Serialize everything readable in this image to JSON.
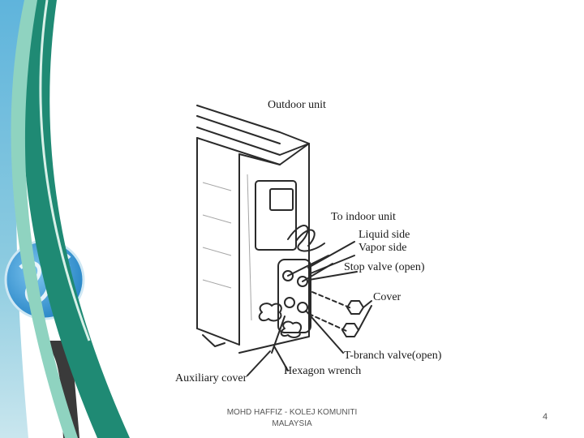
{
  "diagram": {
    "labels": {
      "outdoor_unit": "Outdoor unit",
      "to_indoor_unit": "To indoor unit",
      "liquid_side": "Liquid side",
      "vapor_side": "Vapor side",
      "stop_valve": "Stop valve (open)",
      "cover": "Cover",
      "t_branch_valve": "T-branch valve(open)",
      "hexagon_wrench": "Hexagon wrench",
      "auxiliary_cover": "Auxiliary cover"
    }
  },
  "footer": {
    "line1": "MOHD HAFFIZ - KOLEJ KOMUNITI",
    "line2": "MALAYSIA",
    "page_number": "4"
  },
  "colors": {
    "teal_dark": "#1f8a74",
    "teal_light": "#8fd3c0",
    "sky_blue": "#4fa7d6",
    "globe_blue": "#2b8fd0",
    "line_art": "#2a2a2a"
  }
}
